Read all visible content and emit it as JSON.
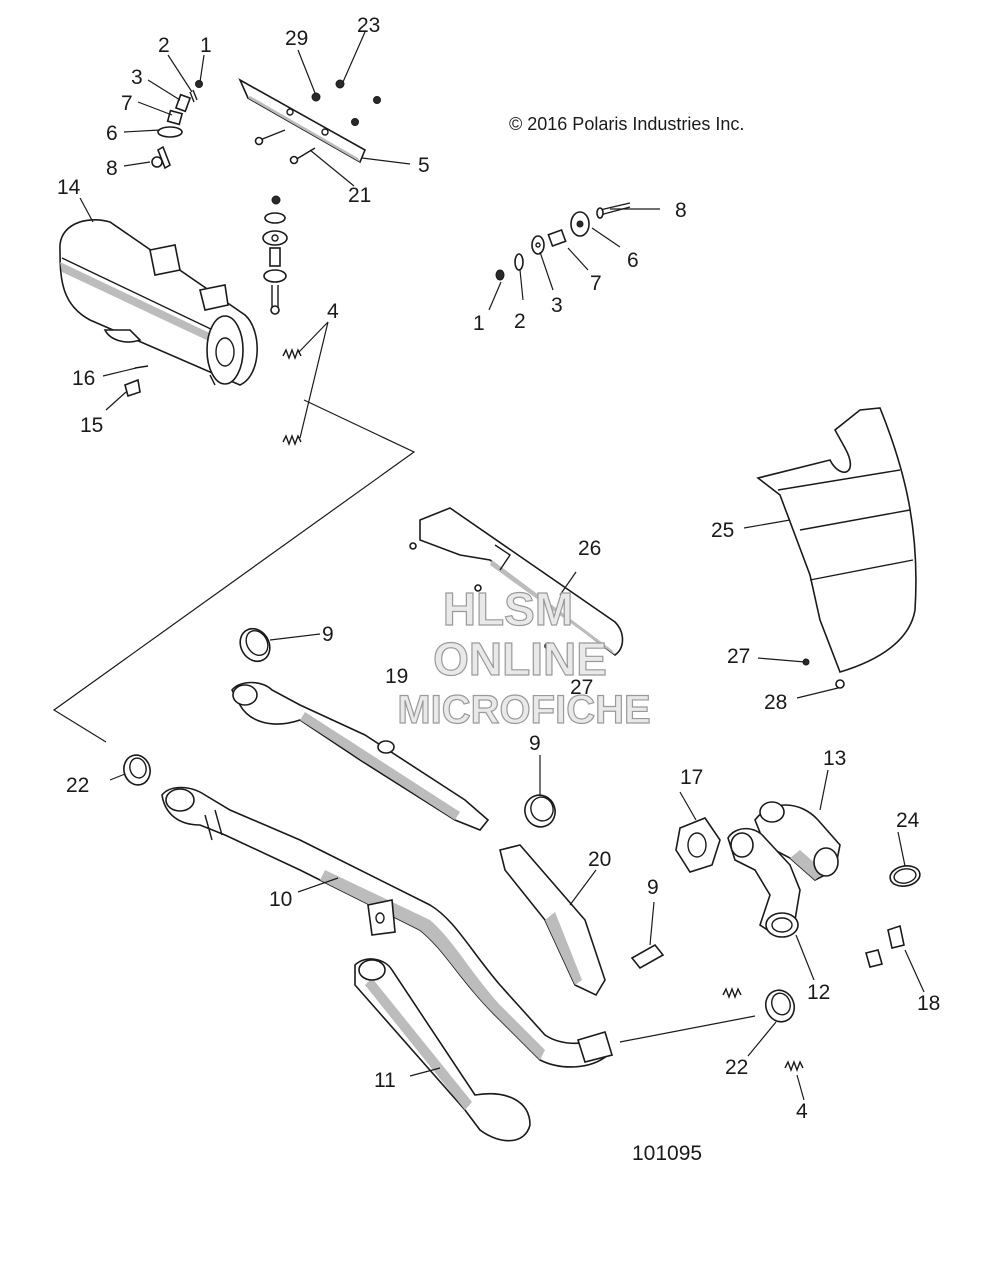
{
  "copyright": "© 2016 Polaris Industries Inc.",
  "figure_number": "101095",
  "watermark": {
    "line1": "HLSM",
    "line2": "ONLINE",
    "line3": "MICROFICHE"
  },
  "callouts": {
    "c1_top": "1",
    "c2_top": "2",
    "c3_top": "3",
    "c7_top": "7",
    "c6_top": "6",
    "c8_top": "8",
    "c29": "29",
    "c23": "23",
    "c5": "5",
    "c21": "21",
    "c14": "14",
    "c4_top": "4",
    "c16": "16",
    "c15": "15",
    "c8_right": "8",
    "c6_right": "6",
    "c7_right": "7",
    "c3_right": "3",
    "c2_right": "2",
    "c1_right": "1",
    "c26": "26",
    "c25": "25",
    "c27_mid": "27",
    "c27_right": "27",
    "c28": "28",
    "c9_a": "9",
    "c19": "19",
    "c9_b": "9",
    "c22_left": "22",
    "c17": "17",
    "c13": "13",
    "c24": "24",
    "c20": "20",
    "c9_c": "9",
    "c10": "10",
    "c12": "12",
    "c18": "18",
    "c11": "11",
    "c22_bottom": "22",
    "c4_bottom": "4"
  }
}
